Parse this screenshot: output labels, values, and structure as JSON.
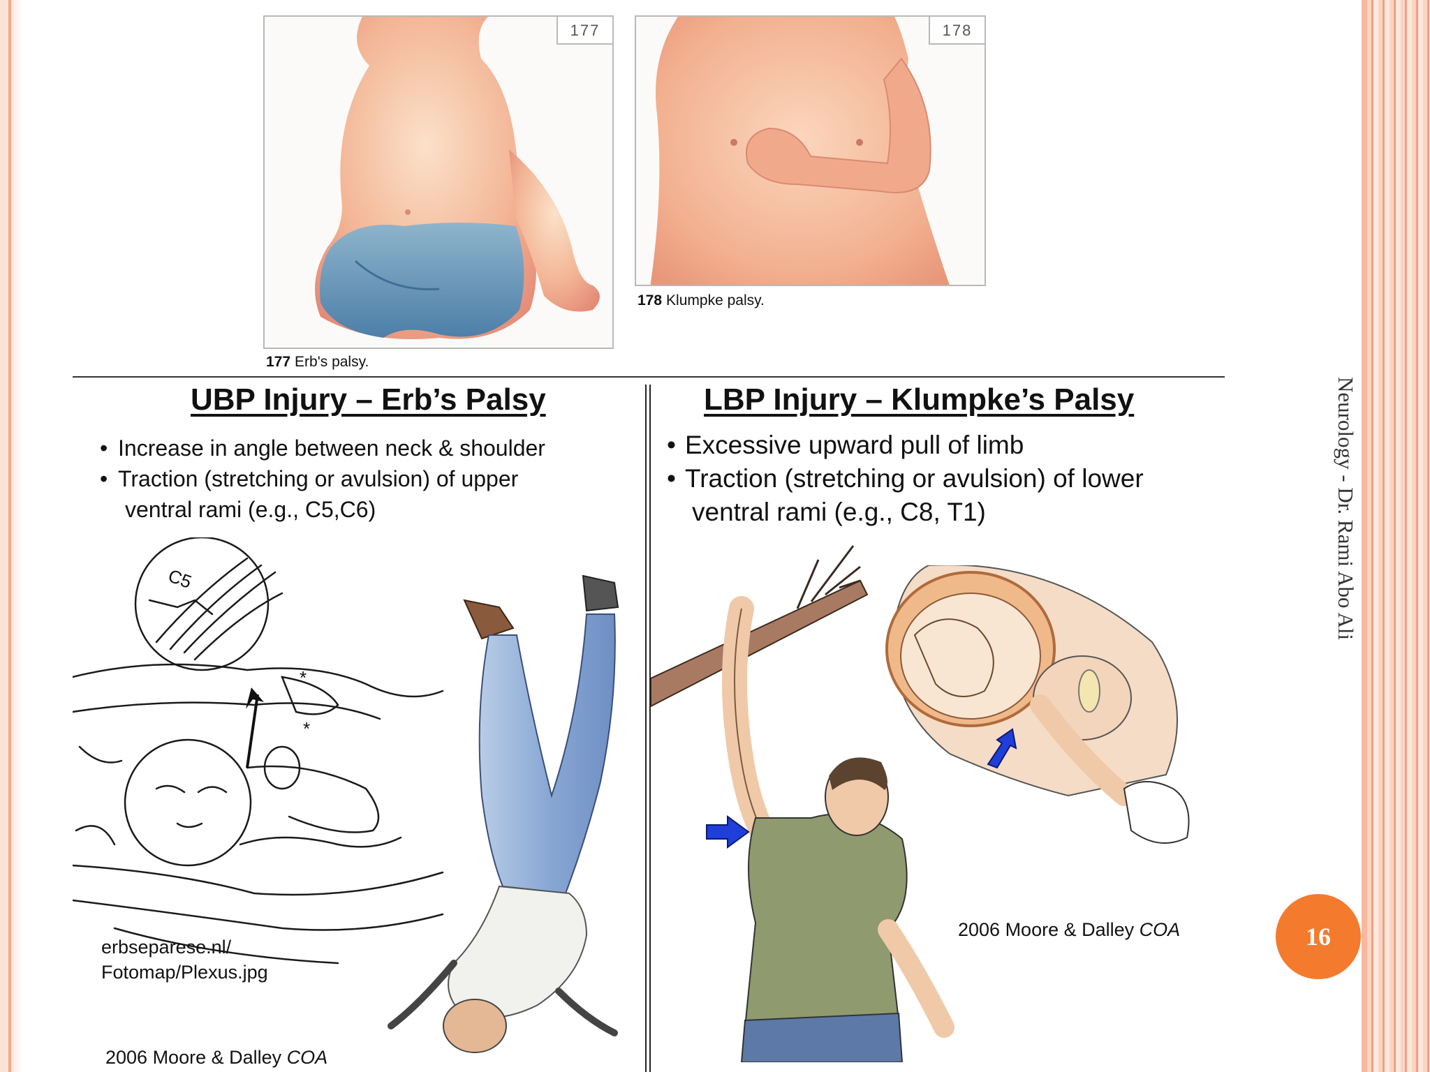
{
  "figures": {
    "fig177": {
      "number": "177",
      "caption_num": "177",
      "caption_text": "Erb's palsy."
    },
    "fig178": {
      "number": "178",
      "caption_num": "178",
      "caption_text": "Klumpke palsy."
    }
  },
  "left_panel": {
    "title": "UBP Injury – Erb’s Palsy",
    "bullets": [
      {
        "line1": "Increase in angle between neck & shoulder",
        "line2": ""
      },
      {
        "line1": "Traction (stretching or avulsion) of upper",
        "line2": "ventral rami (e.g., C5,C6)"
      }
    ],
    "c5_label": "C5",
    "credit_source_line1": "erbseparese.nl/",
    "credit_source_line2": "Fotomap/Plexus.jpg",
    "credit_book": "2006 Moore & Dalley",
    "credit_book_italic": "COA"
  },
  "right_panel": {
    "title": "LBP Injury – Klumpke’s Palsy",
    "bullets": [
      {
        "line1": "Excessive upward pull of limb",
        "line2": ""
      },
      {
        "line1": "Traction (stretching or avulsion) of lower",
        "line2": "ventral rami (e.g., C8, T1)"
      }
    ],
    "credit_book": "2006 Moore & Dalley",
    "credit_book_italic": "COA"
  },
  "footer": {
    "vertical_text": "Neurology - Dr. Rami Abo Ali",
    "page_number": "16"
  },
  "colors": {
    "accent": "#f47a2e",
    "border_peach": "#f3a080",
    "arrow_blue": "#1f3fd8"
  }
}
